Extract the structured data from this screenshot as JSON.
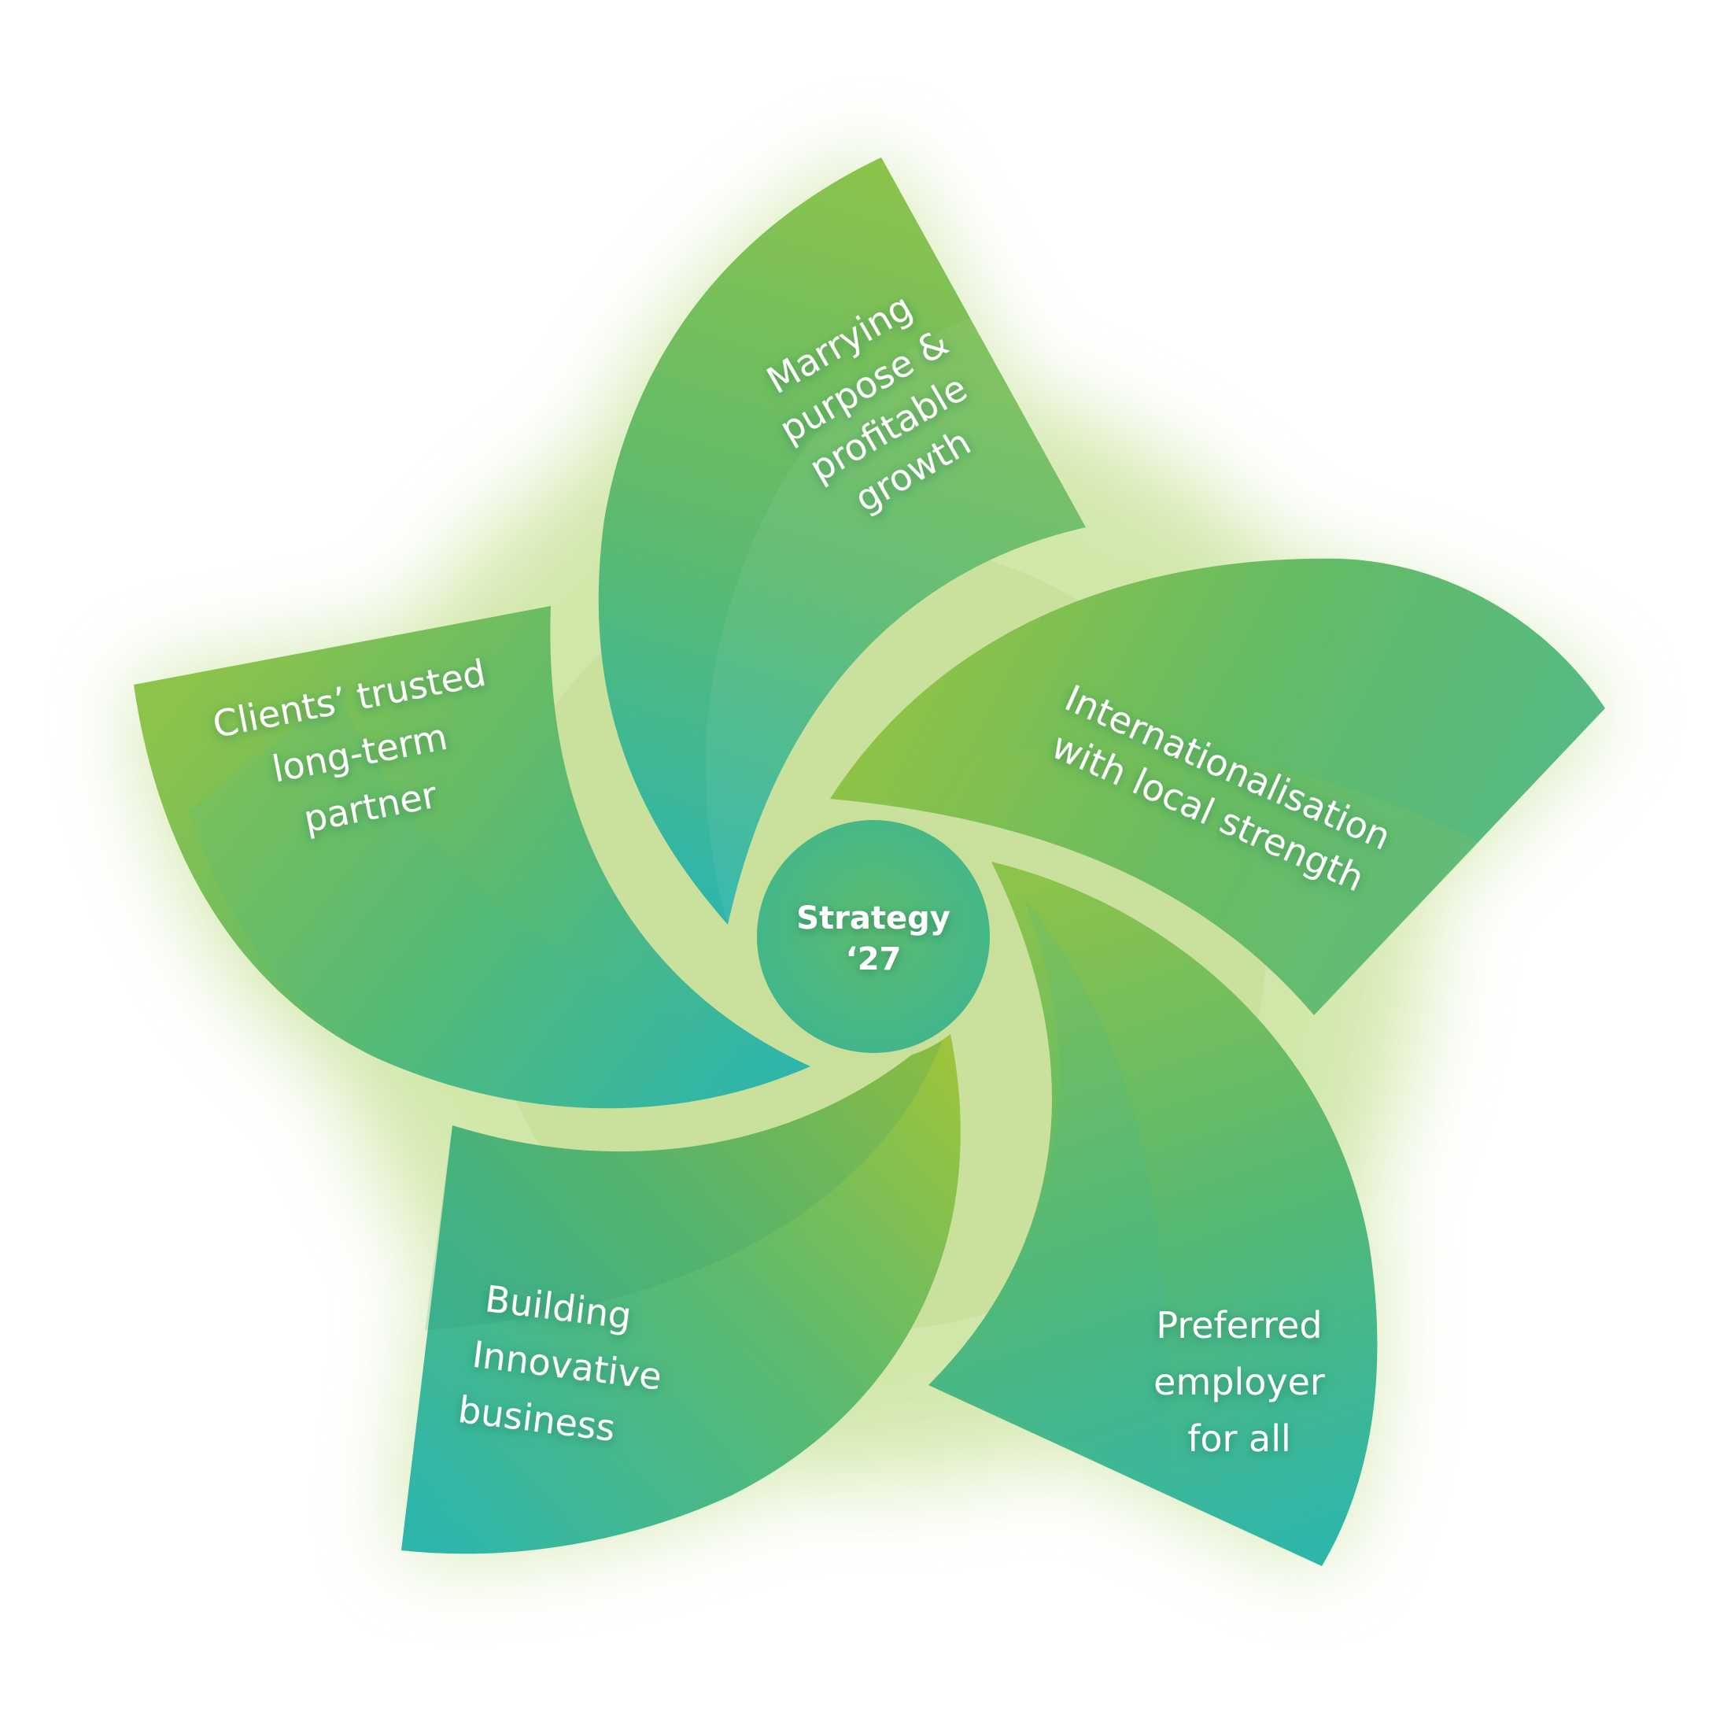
{
  "center": {
    "line1": "Strategy",
    "line2": "‘27"
  },
  "petals": [
    {
      "id": "marrying",
      "lines": [
        "Marrying",
        "purpose &",
        "profitable",
        "growth"
      ]
    },
    {
      "id": "internationalisation",
      "lines": [
        "Internationalisation",
        "with local strength"
      ]
    },
    {
      "id": "employer",
      "lines": [
        "Preferred",
        "employer",
        "for all"
      ]
    },
    {
      "id": "innovative",
      "lines": [
        "Building",
        "Innovative",
        "business"
      ]
    },
    {
      "id": "clients",
      "lines": [
        "Clients’ trusted",
        "long-term",
        "partner"
      ]
    }
  ],
  "colors": {
    "petal_light_green": "#8cc34b",
    "petal_mid_green": "#5cba6e",
    "petal_teal": "#2fb6aa",
    "glow": "#c7e19a",
    "text": "#ffffff"
  }
}
